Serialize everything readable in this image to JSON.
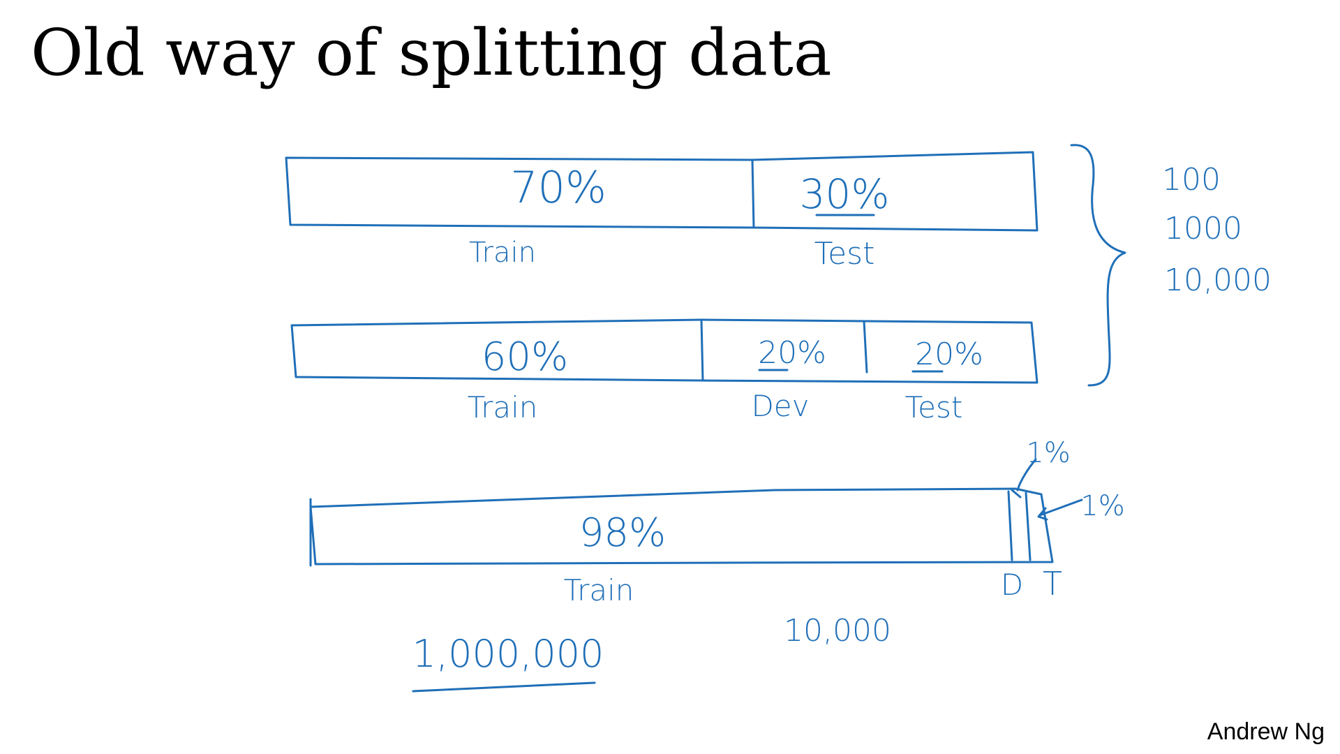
{
  "slide": {
    "title": "Old way of splitting data",
    "author": "Andrew Ng"
  },
  "ink_color": "#1f6fb8",
  "split_70_30": {
    "train_pct": "70%",
    "test_pct": "30%",
    "train_label": "Train",
    "test_label": "Test"
  },
  "split_60_20_20": {
    "train_pct": "60%",
    "dev_pct": "20%",
    "test_pct": "20%",
    "train_label": "Train",
    "dev_label": "Dev",
    "test_label": "Test"
  },
  "dataset_sizes": [
    "100",
    "1000",
    "10,000"
  ],
  "split_98_1_1": {
    "train_pct": "98%",
    "dev_pct": "1%",
    "test_pct": "1%",
    "train_label": "Train",
    "dev_label": "D",
    "test_label": "T"
  },
  "big_dataset_size": "1,000,000",
  "dev_test_size": "10,000"
}
